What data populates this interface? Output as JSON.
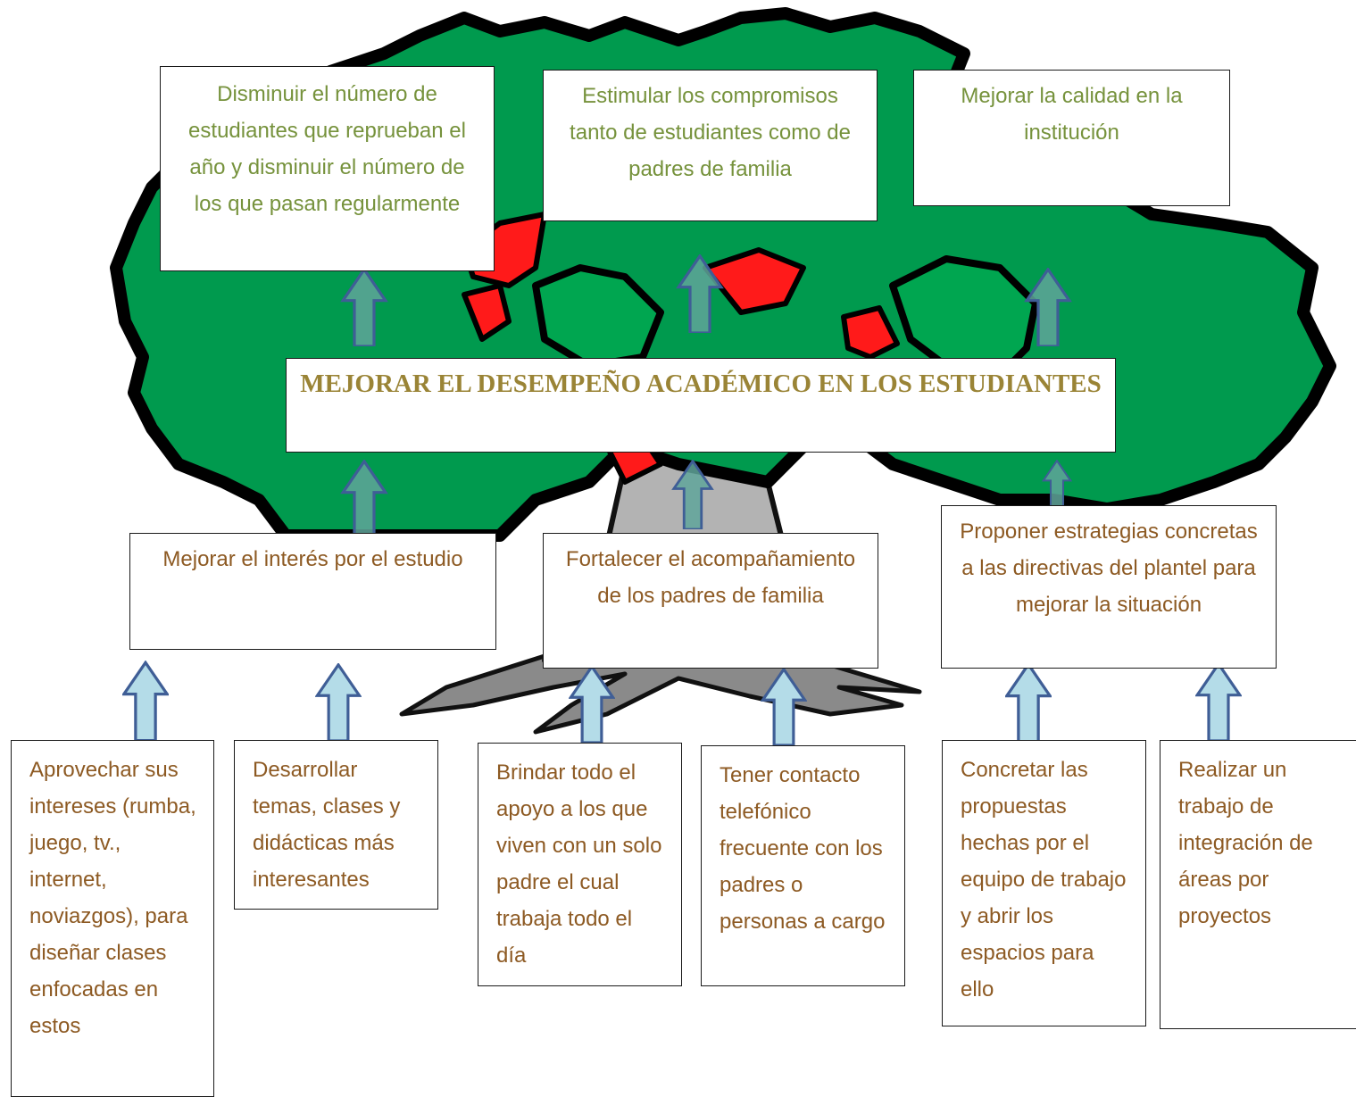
{
  "ends": [
    {
      "text": "Disminuir el número de estudiantes que reprueban el año y disminuir el número de los que pasan regularmente"
    },
    {
      "text": "Estimular los compromisos tanto de estudiantes como de padres de familia"
    },
    {
      "text": "Mejorar  la calidad en la institución"
    }
  ],
  "central_objective": {
    "text": "MEJORAR EL DESEMPEÑO ACADÉMICO EN LOS ESTUDIANTES"
  },
  "means": [
    {
      "text": "Mejorar  el  interés por el estudio"
    },
    {
      "text": "Fortalecer el acompañamiento de los padres de familia"
    },
    {
      "text": "Proponer estrategias concretas a las directivas del plantel para mejorar la situación"
    }
  ],
  "actions": [
    {
      "text": "Aprovechar sus intereses (rumba, juego, tv., internet, noviazgos), para diseñar clases enfocadas en estos"
    },
    {
      "text": "Desarrollar temas, clases  y didácticas más interesantes"
    },
    {
      "text": "Brindar todo el apoyo a los que viven con un solo padre el cual trabaja todo el día"
    },
    {
      "text": "Tener contacto telefónico frecuente con los padres o personas a cargo"
    },
    {
      "text": "Concretar las propuestas hechas por el equipo de trabajo y abrir los espacios para ello"
    },
    {
      "text": "Realizar  un trabajo de integración de áreas por proyectos"
    }
  ],
  "colors": {
    "foliage": "#009a4e",
    "fruit": "#ff0000",
    "trunk": "#a6a6a6",
    "outline": "#000000",
    "arrow_fill_upper": "#5fa59a",
    "arrow_fill_lower": "#b4dce8",
    "arrow_stroke": "#3f5e96",
    "ends_text": "#76923c",
    "central_text": "#9a8436",
    "means_text": "#8d5a23"
  }
}
